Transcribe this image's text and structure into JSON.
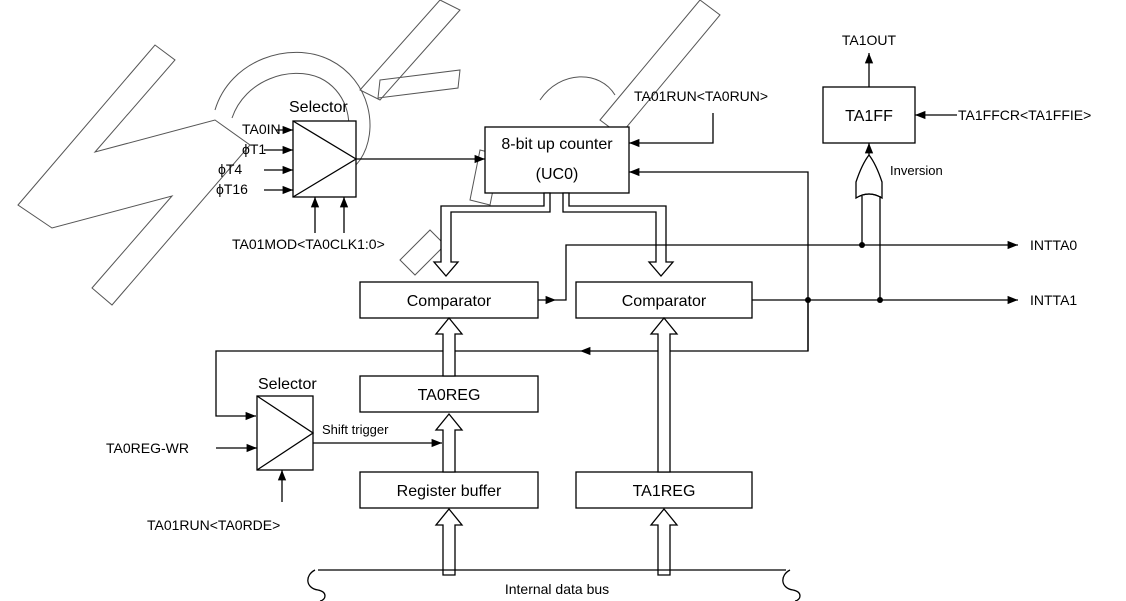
{
  "diagram": {
    "selector_top": {
      "label": "Selector",
      "inputs": [
        "TA0IN",
        "ϕT1",
        "ϕT4",
        "ϕT16"
      ],
      "control": "TA01MOD<TA0CLK1:0>"
    },
    "counter": {
      "line1": "8-bit up counter",
      "line2": "(UC0)",
      "control": "TA01RUN<TA0RUN>"
    },
    "comparator_0": "Comparator",
    "comparator_1": "Comparator",
    "ta0reg": "TA0REG",
    "register_buffer": "Register buffer",
    "ta1reg": "TA1REG",
    "selector_bottom": {
      "label": "Selector",
      "input": "TA0REG-WR",
      "control": "TA01RUN<TA0RDE>",
      "output": "Shift trigger"
    },
    "flipflop": {
      "label": "TA1FF",
      "output": "TA1OUT",
      "control": "TA1FFCR<TA1FFIE>",
      "gate_label": "Inversion"
    },
    "interrupts": [
      "INTTA0",
      "INTTA1"
    ],
    "bus": "Internal data bus"
  }
}
